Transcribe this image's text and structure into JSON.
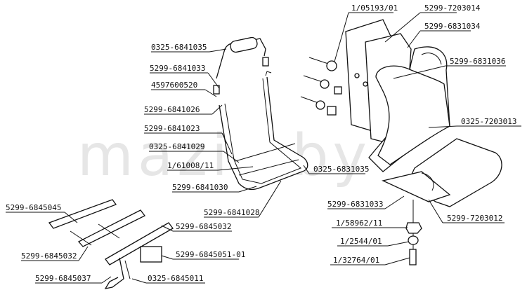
{
  "diagram": {
    "watermark": "mazik.by",
    "labels": {
      "bolt_1_05193_01": "1/05193/01",
      "pad_5299_7203014": "5299-7203014",
      "pad_5299_6831034": "5299-6831034",
      "cushion_5299_6831036": "5299-6831036",
      "back_0325_7203013": "0325-7203013",
      "handle_0325_6841035": "0325-6841035",
      "sleeve_5299_6841033": "5299-6841033",
      "screw_4597600520": "4597600520",
      "frame_5299_6841026": "5299-6841026",
      "part_5299_6841023": "5299-6841023",
      "part_0325_6841029": "0325-6841029",
      "part_1_61008_11": "1/61008/11",
      "part_0325_6831035": "0325-6831035",
      "part_5299_6841030": "5299-6841030",
      "part_5299_6841028": "5299-6841028",
      "plate_5299_6831033": "5299-6831033",
      "seat_5299_7203012": "5299-7203012",
      "nut_1_58962_11": "1/58962/11",
      "washer_1_2544_01": "1/2544/01",
      "bolt_1_32764_01": "1/32764/01",
      "base_5299_6845045": "5299-6845045",
      "base_5299_6845032_a": "5299-6845032",
      "base_5299_6845032_b": "5299-6845032",
      "base_5299_6845051_01": "5299-6845051-01",
      "base_5299_6845037": "5299-6845037",
      "base_0325_6845011": "0325-6845011"
    }
  }
}
